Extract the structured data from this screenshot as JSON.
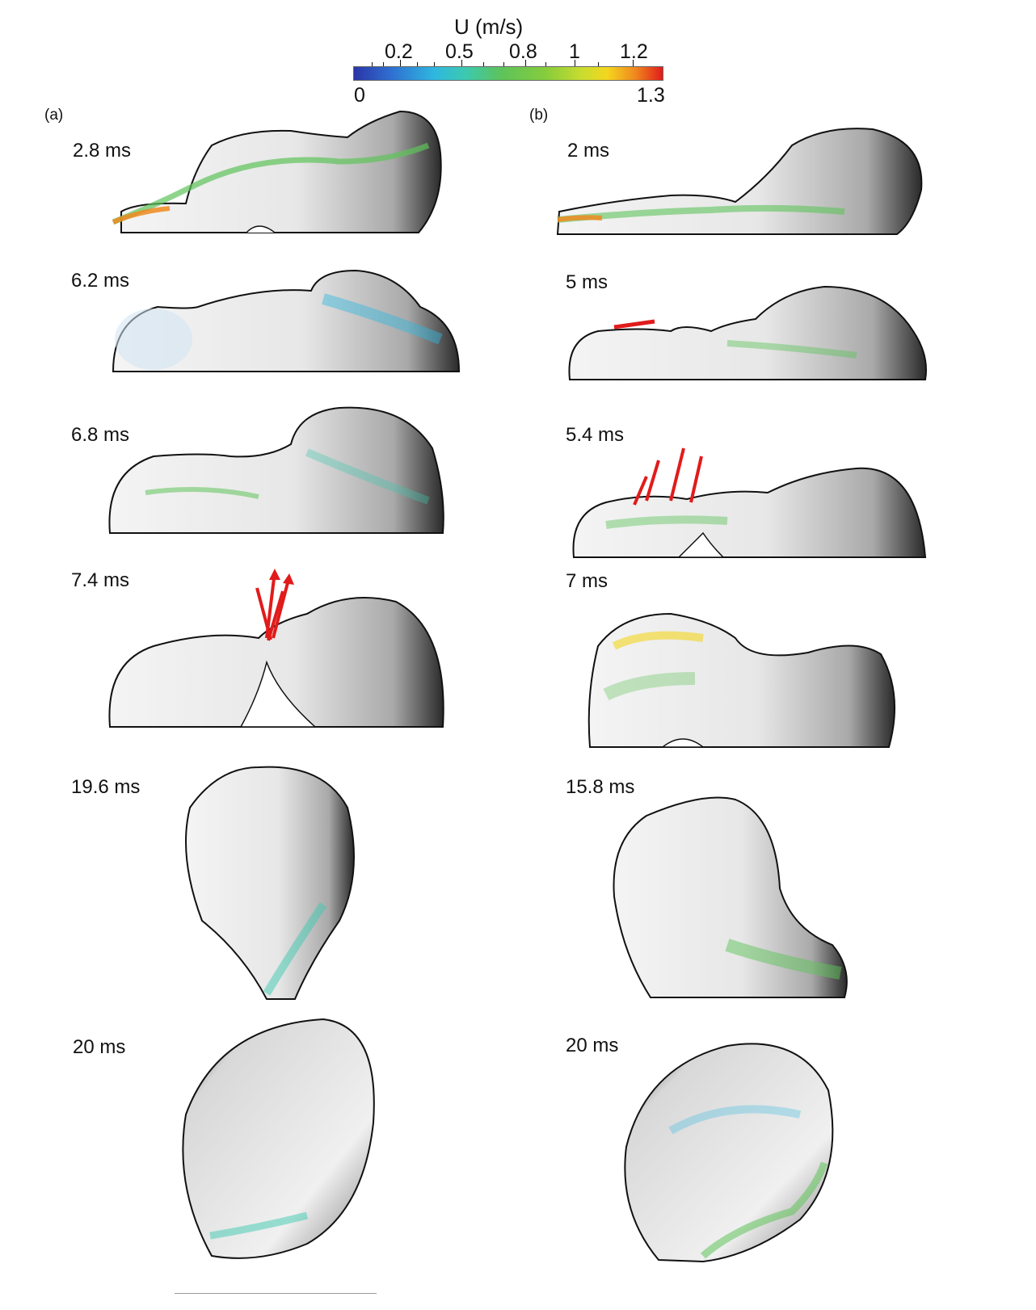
{
  "colorbar": {
    "title": "U (m/s)",
    "ticks": [
      "0.2",
      "0.5",
      "0.8",
      "1",
      "1.2"
    ],
    "min": "0",
    "max": "1.3",
    "colors": [
      "#2b35a8",
      "#2fb7e0",
      "#5ec35a",
      "#f4d61e",
      "#e11b1b"
    ]
  },
  "panels": {
    "a": "(a)",
    "b": "(b)"
  },
  "frames_a": [
    "2.8 ms",
    "6.2 ms",
    "6.8 ms",
    "7.4 ms",
    "19.6 ms",
    "20 ms"
  ],
  "frames_b": [
    "2 ms",
    "5 ms",
    "5.4 ms",
    "7 ms",
    "15.8 ms",
    "20 ms"
  ]
}
